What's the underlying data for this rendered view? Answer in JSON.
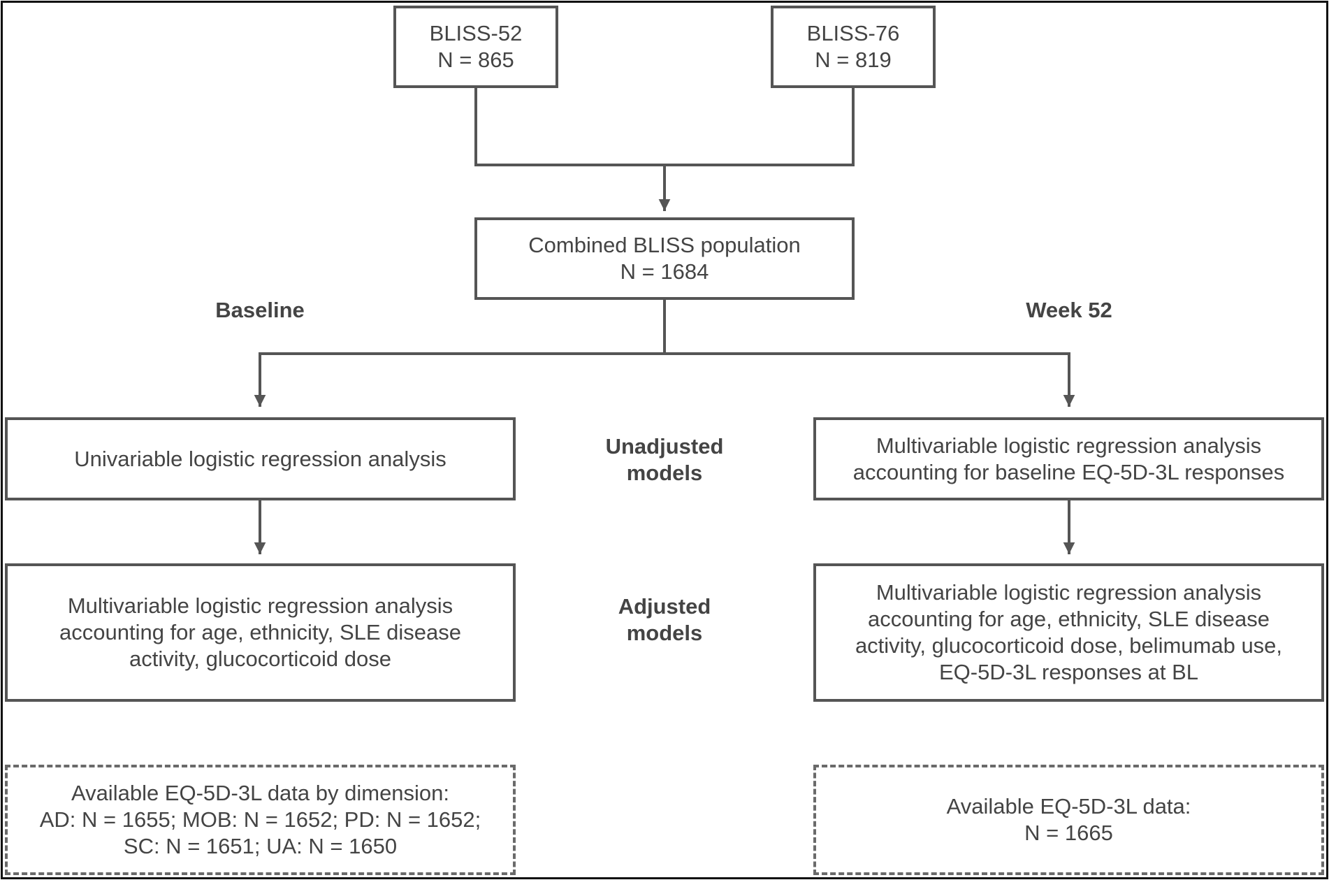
{
  "colors": {
    "box_border": "#555555",
    "connector": "#555555",
    "text": "#444444",
    "frame": "#111111"
  },
  "nodes": {
    "bliss52": {
      "lines": [
        "BLISS-52",
        "N = 865"
      ]
    },
    "bliss76": {
      "lines": [
        "BLISS-76",
        "N = 819"
      ]
    },
    "combined": {
      "lines": [
        "Combined BLISS population",
        "N = 1684"
      ]
    },
    "baseline_unadjusted": {
      "lines": [
        "Univariable logistic regression analysis"
      ]
    },
    "week52_unadjusted": {
      "lines": [
        "Multivariable logistic regression analysis",
        "accounting for baseline EQ-5D-3L responses"
      ]
    },
    "baseline_adjusted": {
      "lines": [
        "Multivariable logistic regression analysis",
        "accounting for age, ethnicity, SLE disease",
        "activity, glucocorticoid dose"
      ]
    },
    "week52_adjusted": {
      "lines": [
        "Multivariable logistic regression analysis",
        "accounting for age, ethnicity, SLE disease",
        "activity, glucocorticoid dose, belimumab use,",
        "EQ-5D-3L responses at BL"
      ]
    },
    "baseline_data": {
      "lines": [
        "Available EQ-5D-3L data by dimension:",
        "AD: N  = 1655; MOB: N = 1652; PD: N = 1652;",
        "SC: N = 1651; UA: N = 1650"
      ]
    },
    "week52_data": {
      "lines": [
        "Available EQ-5D-3L data:",
        "N = 1665"
      ]
    }
  },
  "labels": {
    "baseline": "Baseline",
    "week52": "Week 52",
    "unadjusted": [
      "Unadjusted",
      "models"
    ],
    "adjusted": [
      "Adjusted",
      "models"
    ]
  }
}
